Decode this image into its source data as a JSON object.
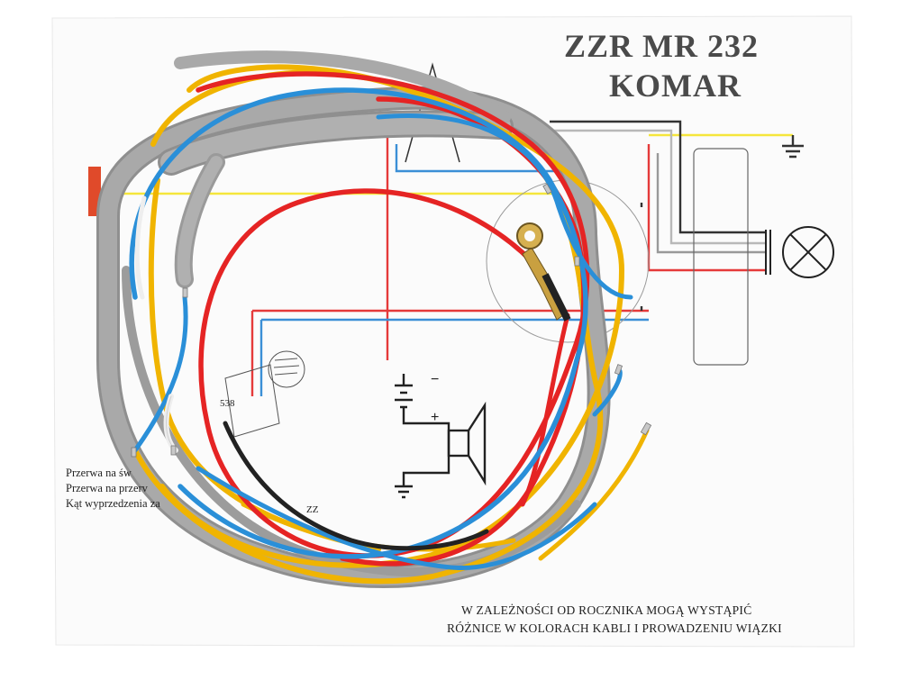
{
  "title": {
    "line1": "ZZR MR 232",
    "line2": "KOMAR"
  },
  "notes": {
    "line1": "Przerwa na św",
    "line2": "Przerwa na przerv",
    "line3": "Kąt wyprzedzenia za",
    "tag_zz": "ZZ",
    "tag_538": "538"
  },
  "warning": {
    "line1": "W ZALEŻNOŚCI OD ROCZNIKA MOGĄ WYSTĄPIĆ",
    "line2": "RÓŻNICE W KOLORACH KABLI I PROWADZENIU WIĄZKI"
  },
  "colors": {
    "paper": "#fbfbfb",
    "wire_gray": "#a6a6a6",
    "wire_yellow": "#f0b400",
    "wire_red": "#e52424",
    "wire_blue": "#2a8fd8",
    "wire_black": "#222222",
    "wire_white": "#eeeeee",
    "diagram_yellow": "#f5e63c",
    "diagram_red": "#e53a3a",
    "diagram_blue": "#3b8fd6"
  }
}
